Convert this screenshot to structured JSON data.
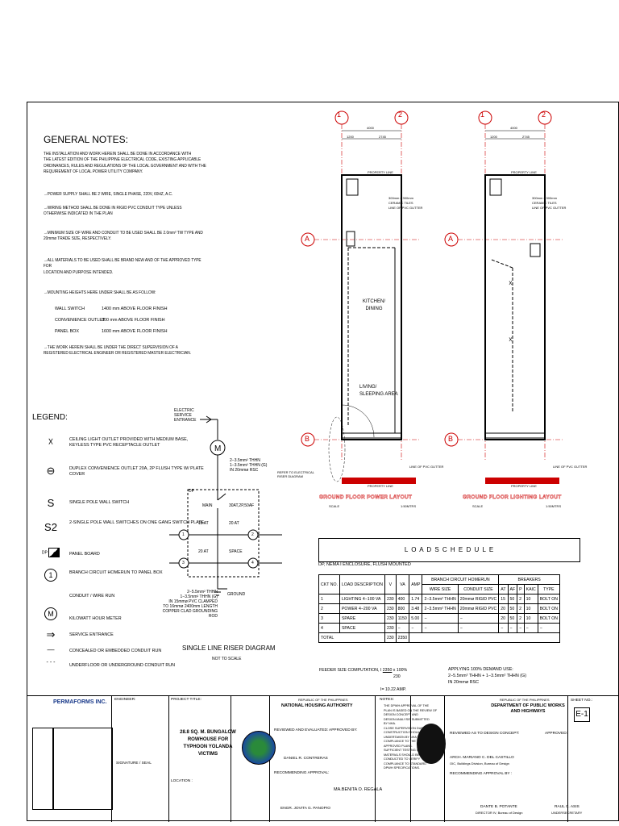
{
  "general_notes": {
    "title": "GENERAL NOTES:",
    "notes": [
      "THE INSTALLATION AND WORK HEREIN SHALL BE DONE IN ACCORDANCE WITH\nTHE LATEST EDITION OF THE PHILIPPINE ELECTRICAL CODE, EXISTING APPLICABLE\nORDINANCES, RULES AND REGULATIONS OF THE LOCAL GOVERNMENT AND WITH THE\nREQUIREMENT OF LOCAL POWER UTILITY COMPANY.",
      "→POWER SUPPLY SHALL BE 2 WIRE, SINGLE PHASE, 220V, 60HZ, A.C.",
      "→WIRING METHOD SHALL BE DONE IN RIGID PVC CONDUIT TYPE UNLESS\nOTHERWISE INDICATED IN THE PLAN",
      "→MINIMUM SIZE OF WIRE AND CONDUIT TO BE USED SHALL BE 2.0mm² TW TYPE AND\n20mmø TRADE SIZE, RESPECTIVELY.",
      "→ALL MATERIALS TO BE USED SHALL BE BRAND NEW AND OF THE APPROVED TYPE FOR\nLOCATION AND PURPOSE INTENDED.",
      "→MOUNTING HEIGHTS HERE UNDER SHALL BE AS FOLLOW:",
      "→THE WORK HEREIN SHALL BE UNDER THE DIRECT SUPERVISION OF A\nREGISTERED ELECTRICAL ENGINEER OR REGISTERED MASTER ELECTRICIAN."
    ],
    "mounting": [
      {
        "item": "WALL SWITCH",
        "height": "1400 mm ABOVE FLOOR FINISH"
      },
      {
        "item": "CONVENIENCE OUTLET",
        "height": "300 mm ABOVE FLOOR FINISH"
      },
      {
        "item": "PANEL BOX",
        "height": "1600 mm ABOVE FLOOR FINISH"
      }
    ]
  },
  "legend": {
    "title": "LEGEND:",
    "items": [
      {
        "symbol": "☓",
        "text": "CEILING LIGHT OUTLET PROVIDED WITH\nMEDIUM BASE, KEYLESS TYPE PVC RECEPTACLE\nOUTLET"
      },
      {
        "symbol": "⊖",
        "text": "DUPLEX CONVENIENCE OUTLET\n20A, 2P FLUSH TYPE W/ PLATE\nCOVER"
      },
      {
        "symbol": "S",
        "text": "SINGLE POLE WALL SWITCH"
      },
      {
        "symbol": "S2",
        "text": "2-SINGLE POLE WALL SWITCHES\nON ONE GANG SWITCH PLATE"
      },
      {
        "symbol": "DP",
        "text": "PANEL BOARD"
      },
      {
        "symbol": "1",
        "text": "BRANCH CIRCUIT HOMERUN\nTO PANEL BOX"
      },
      {
        "symbol": "",
        "text": "CONDUIT / WIRE RUN"
      },
      {
        "symbol": "M",
        "text": "KILOWATT HOUR METER"
      },
      {
        "symbol": "⇒",
        "text": "SERVICE ENTRANCE"
      },
      {
        "symbol": "—",
        "text": "CONCEALED OR EMBEDDED CONDUIT RUN"
      },
      {
        "symbol": "- - -",
        "text": "UNDERFLOOR OR UNDERGROUND CONDUIT RUN"
      }
    ]
  },
  "riser": {
    "title": "SINGLE LINE RISER DIAGRAM",
    "subtitle": "NOT TO SCALE",
    "service_entrance": "ELECTRIC\nSERVICE\nENTRANCE",
    "meter_feeder": "2−3.5mm² THHN\n1−3.5mm² THHN (G)\nIN 20mmø RSC",
    "dp": "DP",
    "main": "MAIN",
    "main_rating": "30AT,2P,50AF",
    "breakers": [
      "15 AT",
      "20 AT",
      "20 AT",
      "SPACE"
    ],
    "circuits": [
      "1",
      "2",
      "3",
      "4"
    ],
    "ground_note": "2−5.5mm² THHN\n1−3.5mm² THHN (G)\nIN 15mmø PVC CLAMPED\nTO 16mmø 2400mm LENGTH\nCOPPER CLAD GROUNDING ROD",
    "ground": "GROUND"
  },
  "plans": {
    "power_title": "GROUND FLOOR POWER LAYOUT",
    "lighting_title": "GROUND FLOOR LIGHTING LAYOUT",
    "scale": "SCALE",
    "scale_value": "1:50MTRS",
    "grid_cols": [
      "1",
      "2"
    ],
    "grid_rows": [
      "A",
      "B"
    ],
    "dim_total": "4000",
    "dim_parts": [
      "1200",
      "2745"
    ],
    "property_line": "PROPERTY LINE",
    "gutter_note": "300mm x 300mm\nCERAMIC TILES\nLINE OF PVC GUTTER",
    "line_pvc_gutter": "LINE OF PVC GUTTER",
    "kitchen": "KITCHEN/\nDINING",
    "living": "LIVING/\nSLEEPING AREA",
    "refer_note": "REFER TO ELECTRICAL\nRISER DIAGRAM"
  },
  "load_schedule": {
    "title": "L O A D   S C H E D U L E",
    "subtitle": "DP, NEMA I ENCLOSURE, FLUSH MOUNTED",
    "headers": [
      "CKT NO.",
      "LOAD DESCRIPTION",
      "V",
      "VA",
      "AMP",
      "BRANCH CIRCUIT HOMERUN",
      "BREAKERS"
    ],
    "sub_headers": [
      "WIRE SIZE",
      "CONDUIT SIZE",
      "AT",
      "AF",
      "P",
      "KAIC",
      "TYPE"
    ],
    "rows": [
      [
        "1",
        "LIGHTING 4−100 VA",
        "230",
        "400",
        "1.74",
        "2−3.5mm² THHN",
        "20mmø RIGID PVC",
        "15",
        "50",
        "2",
        "10",
        "BOLT ON"
      ],
      [
        "2",
        "POWER 4−200 VA",
        "230",
        "800",
        "3.48",
        "2−3.5mm² THHN",
        "20mmø RIGID PVC",
        "20",
        "50",
        "2",
        "10",
        "BOLT ON"
      ],
      [
        "3",
        "SPARE",
        "230",
        "1150",
        "5.00",
        "−",
        "−",
        "20",
        "50",
        "2",
        "10",
        "BOLT ON"
      ],
      [
        "4",
        "SPACE",
        "230",
        "−",
        "−",
        "−",
        "−",
        "−",
        "−",
        "−",
        "−",
        "−"
      ]
    ],
    "total_label": "TOTAL",
    "total_v": "230",
    "total_va": "2350",
    "feeder_label": "FEEDER SIZE COMPUTATION, I",
    "feeder_num": "2350",
    "feeder_factor": "x 100%",
    "feeder_den": "230",
    "feeder_result": "I= 10.22 AMP.",
    "demand_note": "APPLYING 100% DEMAND USE:\n2−5.5mm² THHN + 1−3.5mm² THHN (G)\nIN 20mmø RSC"
  },
  "title_block": {
    "firm": "PERMAFORMS INC.",
    "engineer_label": "ENGINEER:",
    "project_label": "PROJECT TITLE:",
    "project": "28.8 SQ. M. BUNGALOW\nROWHOUSE FOR\nTYPHOON YOLANDA VICTIMS",
    "location_label": "LOCATION :",
    "signature_label": "SIGNATURE / SEAL",
    "republic": "REPUBLIC OF THE PHILIPPINES",
    "nha": "NATIONAL HOUSING AUTHORITY",
    "reviewed_label": "REVIEWED AND EVALUATED:",
    "approved_label": "APPROVED BY:",
    "recommending_label": "RECOMMENDING APPROVAL:",
    "contreras": "DANIEL R. CONTRERAS",
    "panopio": "ENGR. JOVITA G. PANOPIO",
    "regala": "MA.BENITA O. REGALA",
    "notes_label": "NOTES:",
    "notes_text": "THE DPWH APPROVAL OF THE\nPLAN IS BASED ON THE REVIEW OF\nDESIGN CONCEPT AND\nDESIGN ANALYSIS SUBMITTED\nBY NHA.\nCLOSE SUPERVISION DURING\nCONSTRUCTION SHOULD BE\nUNDERTAKEN BY NHA TO ENSURE\nCOMPLIANCE TO THE\nAPPROVED PLANS.\nSUFFICIENT TESTING OF\nMATERIALS SHOULD BE\nCONDUCTED TO VERIFY\nCOMPLIANCE TO STANDARD\nDPWH SPECIFICATIONS.",
    "dpwh": "DEPARTMENT OF PUBLIC WORKS\nAND HIGHWAYS",
    "dpwh_reviewed": "REVIEWED AS TO DESIGN CONCEPT:",
    "dpwh_approved": "APPROVED:",
    "castillo": "ARCH. MARIANO C. DEL CASTILLO",
    "castillo_title": "OIC, Buildings Division, Bureau of Design",
    "dpwh_recommending": "RECOMMENDING APPROVAL BY :",
    "potante": "DANTE B. POTANTE",
    "potante_title": "DIRECTOR IV, Bureau of Design",
    "asis": "RAUL C. ASIS",
    "asis_title": "UNDERSECRETARY",
    "sheet_label": "SHEET NO.:",
    "sheet_no": "E-1"
  }
}
